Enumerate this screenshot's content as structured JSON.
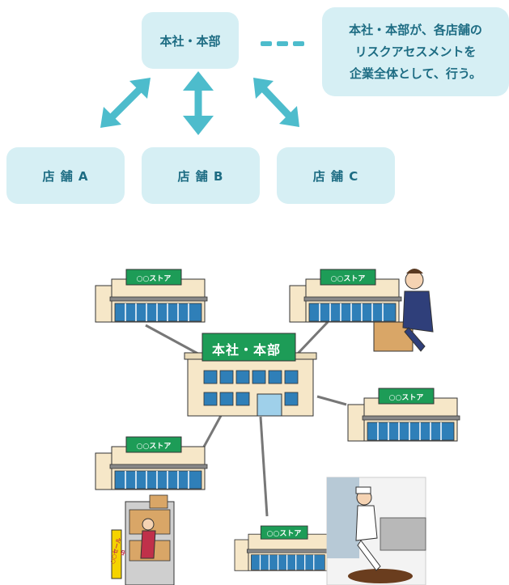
{
  "diagram": {
    "hq_label": "本社・本部",
    "note_lines": [
      "本社・本部が、各店舗の",
      "リスクアセスメントを",
      "企業全体として、行う。"
    ],
    "stores": [
      "店 舗 A",
      "店 舗 B",
      "店 舗 C"
    ]
  },
  "illustration": {
    "hq_sign": "本社・本部",
    "store_sign": "○○ストア",
    "sale_sign": "○○セール中"
  },
  "colors": {
    "box_fill": "#d6eff4",
    "box_text": "#1d6c83",
    "arrow": "#4dbccc",
    "sign_green": "#1d9c57"
  }
}
